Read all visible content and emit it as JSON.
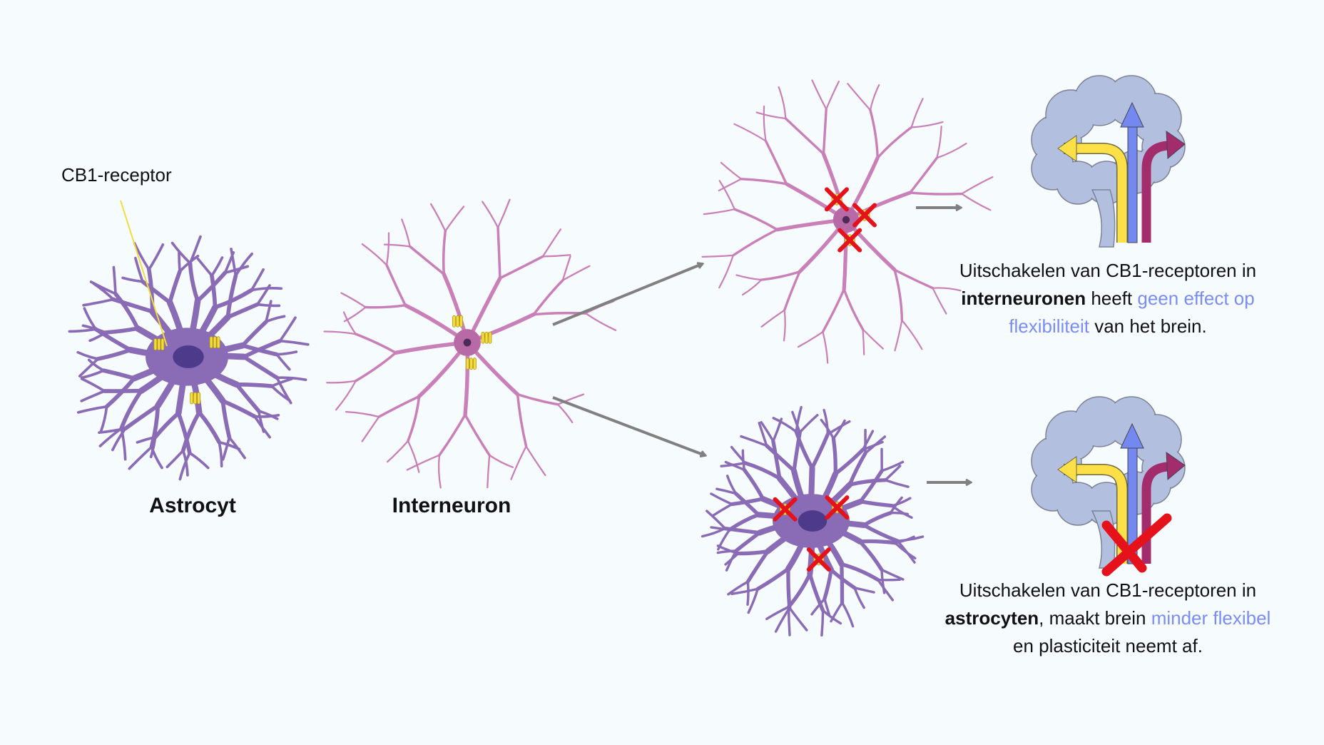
{
  "labels": {
    "cb1_receptor": "CB1-receptor",
    "astrocyte": "Astrocyt",
    "interneuron": "Interneuron"
  },
  "captions": {
    "interneuron": {
      "part1": "Uitschakelen van CB1-receptoren in ",
      "bold": "interneuronen",
      "part2": " heeft ",
      "highlight": "geen effect op flexibiliteit",
      "part3": " van het brein."
    },
    "astrocyte": {
      "part1": "Uitschakelen van CB1-receptoren in ",
      "bold": "astrocyten",
      "part2": ", maakt brein ",
      "highlight": "minder flexibel",
      "part3": " en plasticiteit neemt af."
    }
  },
  "colors": {
    "background": "#f6fbfe",
    "astrocyte": "#8a6bb5",
    "interneuron": "#c97fb8",
    "receptor": "#f3dc3c",
    "knockout_x": "#e5121b",
    "brain": "#b3bfdf",
    "arrow_yellow": "#fde047",
    "arrow_blue": "#7489f0",
    "arrow_magenta": "#a32c6c",
    "highlight_text": "#7b8df2",
    "flow_arrow": "#808080"
  }
}
